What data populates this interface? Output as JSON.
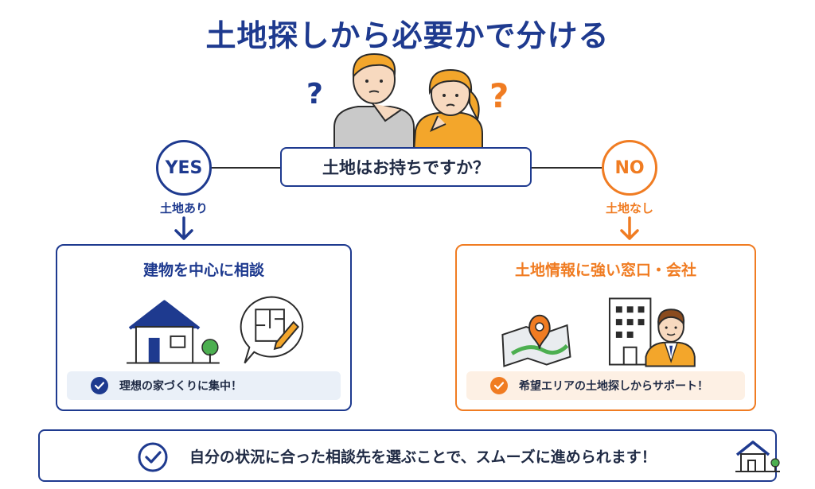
{
  "title": "土地探しから必要かで分ける",
  "question": "土地はお持ちですか？",
  "question_marks": {
    "left": "?",
    "right": "?"
  },
  "yes": {
    "label": "YES",
    "sublabel": "土地あり",
    "panel_title": "建物を中心に相談",
    "check_text": "理想の家づくりに集中！"
  },
  "no": {
    "label": "NO",
    "sublabel": "土地なし",
    "panel_title": "土地情報に強い窓口・会社",
    "check_text": "希望エリアの土地探しからサポート！"
  },
  "footer": {
    "text": "自分の状況に合った相談先を選ぶことで、スムーズに進められます！"
  },
  "colors": {
    "navy": "#1e3a8f",
    "orange": "#f07c22",
    "light_blue_bg": "#eaf0f8",
    "light_orange_bg": "#fdf0e4"
  },
  "icons": {
    "people": "thinking-couple-illustration",
    "house": "house-icon",
    "blueprint": "blueprint-pencil-icon",
    "map": "map-pin-icon",
    "building": "office-building-icon",
    "agent": "business-man-icon",
    "check": "check-icon"
  }
}
